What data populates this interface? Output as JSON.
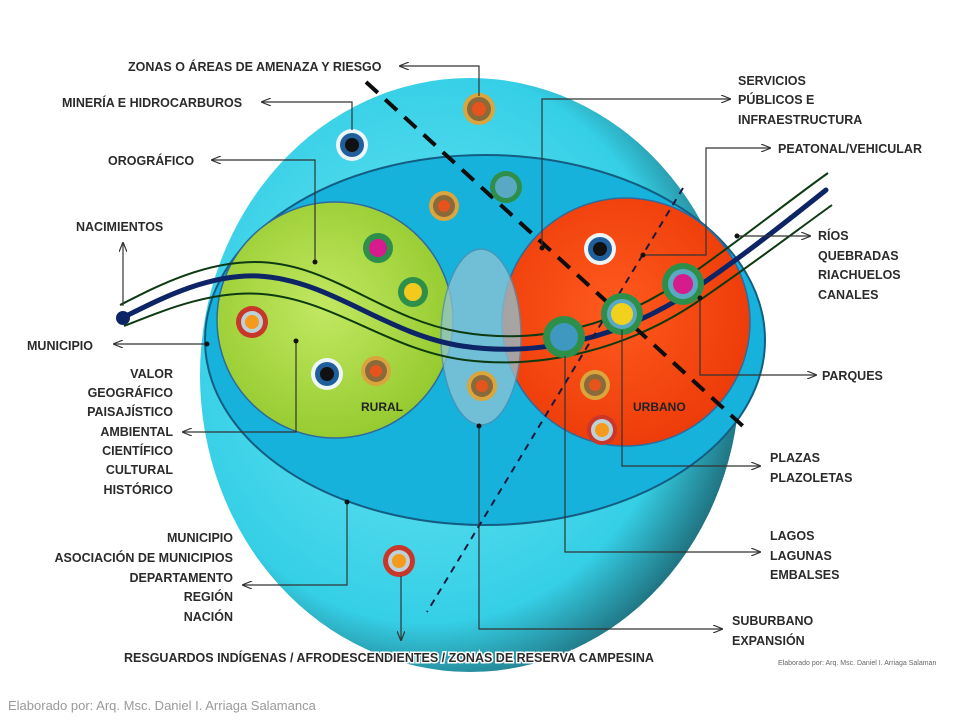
{
  "labels": {
    "zonas_amenaza": "ZONAS O ÁREAS DE AMENAZA Y RIESGO",
    "mineria": "MINERÍA E HIDROCARBUROS",
    "orografico": "OROGRÁFICO",
    "nacimientos": "NACIMIENTOS",
    "municipio_left": "MUNICIPIO",
    "valor": [
      "VALOR",
      "GEOGRÁFICO",
      "PAISAJÍSTICO",
      "AMBIENTAL",
      "CIENTÍFICO",
      "CULTURAL",
      "HISTÓRICO"
    ],
    "territorial": [
      "MUNICIPIO",
      "ASOCIACIÓN DE MUNICIPIOS",
      "DEPARTAMENTO",
      "REGIÓN",
      "NACIÓN"
    ],
    "resguardos": "RESGUARDOS INDÍGENAS / AFRODESCENDIENTES / ZONAS DE RESERVA CAMPESINA",
    "servicios": [
      "SERVICIOS",
      "PÚBLICOS E",
      "INFRAESTRUCTURA"
    ],
    "peatonal": "PEATONAL/VEHICULAR",
    "rios": [
      "RÍOS",
      "QUEBRADAS",
      "RIACHUELOS",
      "CANALES"
    ],
    "parques": "PARQUES",
    "plazas": [
      "PLAZAS",
      "PLAZOLETAS"
    ],
    "lagos": [
      "LAGOS",
      "LAGUNAS",
      "EMBALSES"
    ],
    "suburbano": [
      "SUBURBANO",
      "EXPANSIÓN"
    ]
  },
  "zones": {
    "rural": "RURAL",
    "urbano": "URBANO"
  },
  "credits": {
    "small": "Elaborado por: Arq. Msc. Daniel I. Arriaga Salaman",
    "footer": "Elaborado por: Arq. Msc. Daniel I. Arriaga Salamanca"
  },
  "colors": {
    "outer_circle": "#35cfe6",
    "region_ellipse": "#17b2dc",
    "rural": "#a5d63a",
    "urbano": "#ff4a12",
    "suburbano": "#7fb8cc",
    "river": "#0d2566",
    "river_banks": "#0d3a12"
  }
}
